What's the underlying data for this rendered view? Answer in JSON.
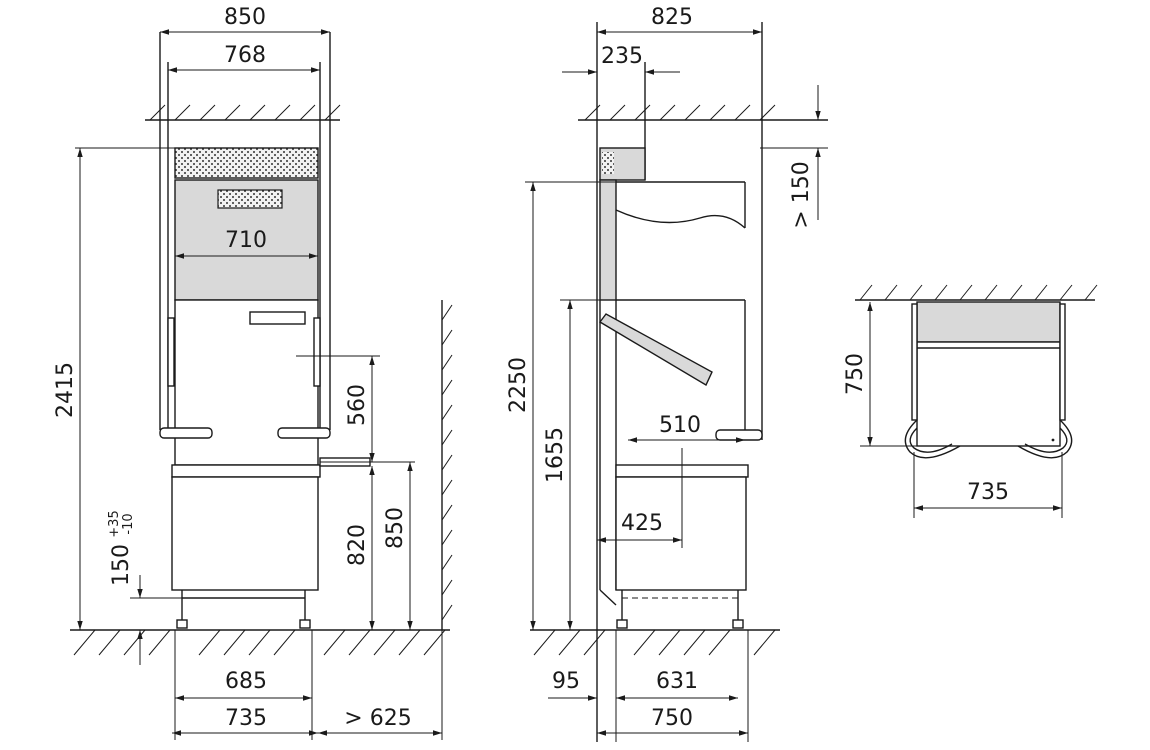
{
  "front_view": {
    "width_outer": "850",
    "width_inner": "768",
    "hood_width": "710",
    "total_height": "2415",
    "handle_height": "560",
    "table_height_low": "820",
    "table_height_high": "850",
    "foot_height": "150",
    "foot_tol_plus": "+35",
    "foot_tol_minus": "-10",
    "base_width_inner": "685",
    "base_width_outer": "735",
    "wall_clearance": "> 625"
  },
  "side_view": {
    "depth_total": "825",
    "top_offset": "235",
    "ceiling_clearance": "> 150",
    "height_total": "2250",
    "height_open": "1655",
    "table_depth": "510",
    "inlet_offset": "425",
    "wall_gap": "95",
    "base_depth": "631",
    "depth_outer": "750"
  },
  "top_view": {
    "depth": "750",
    "width": "735"
  }
}
